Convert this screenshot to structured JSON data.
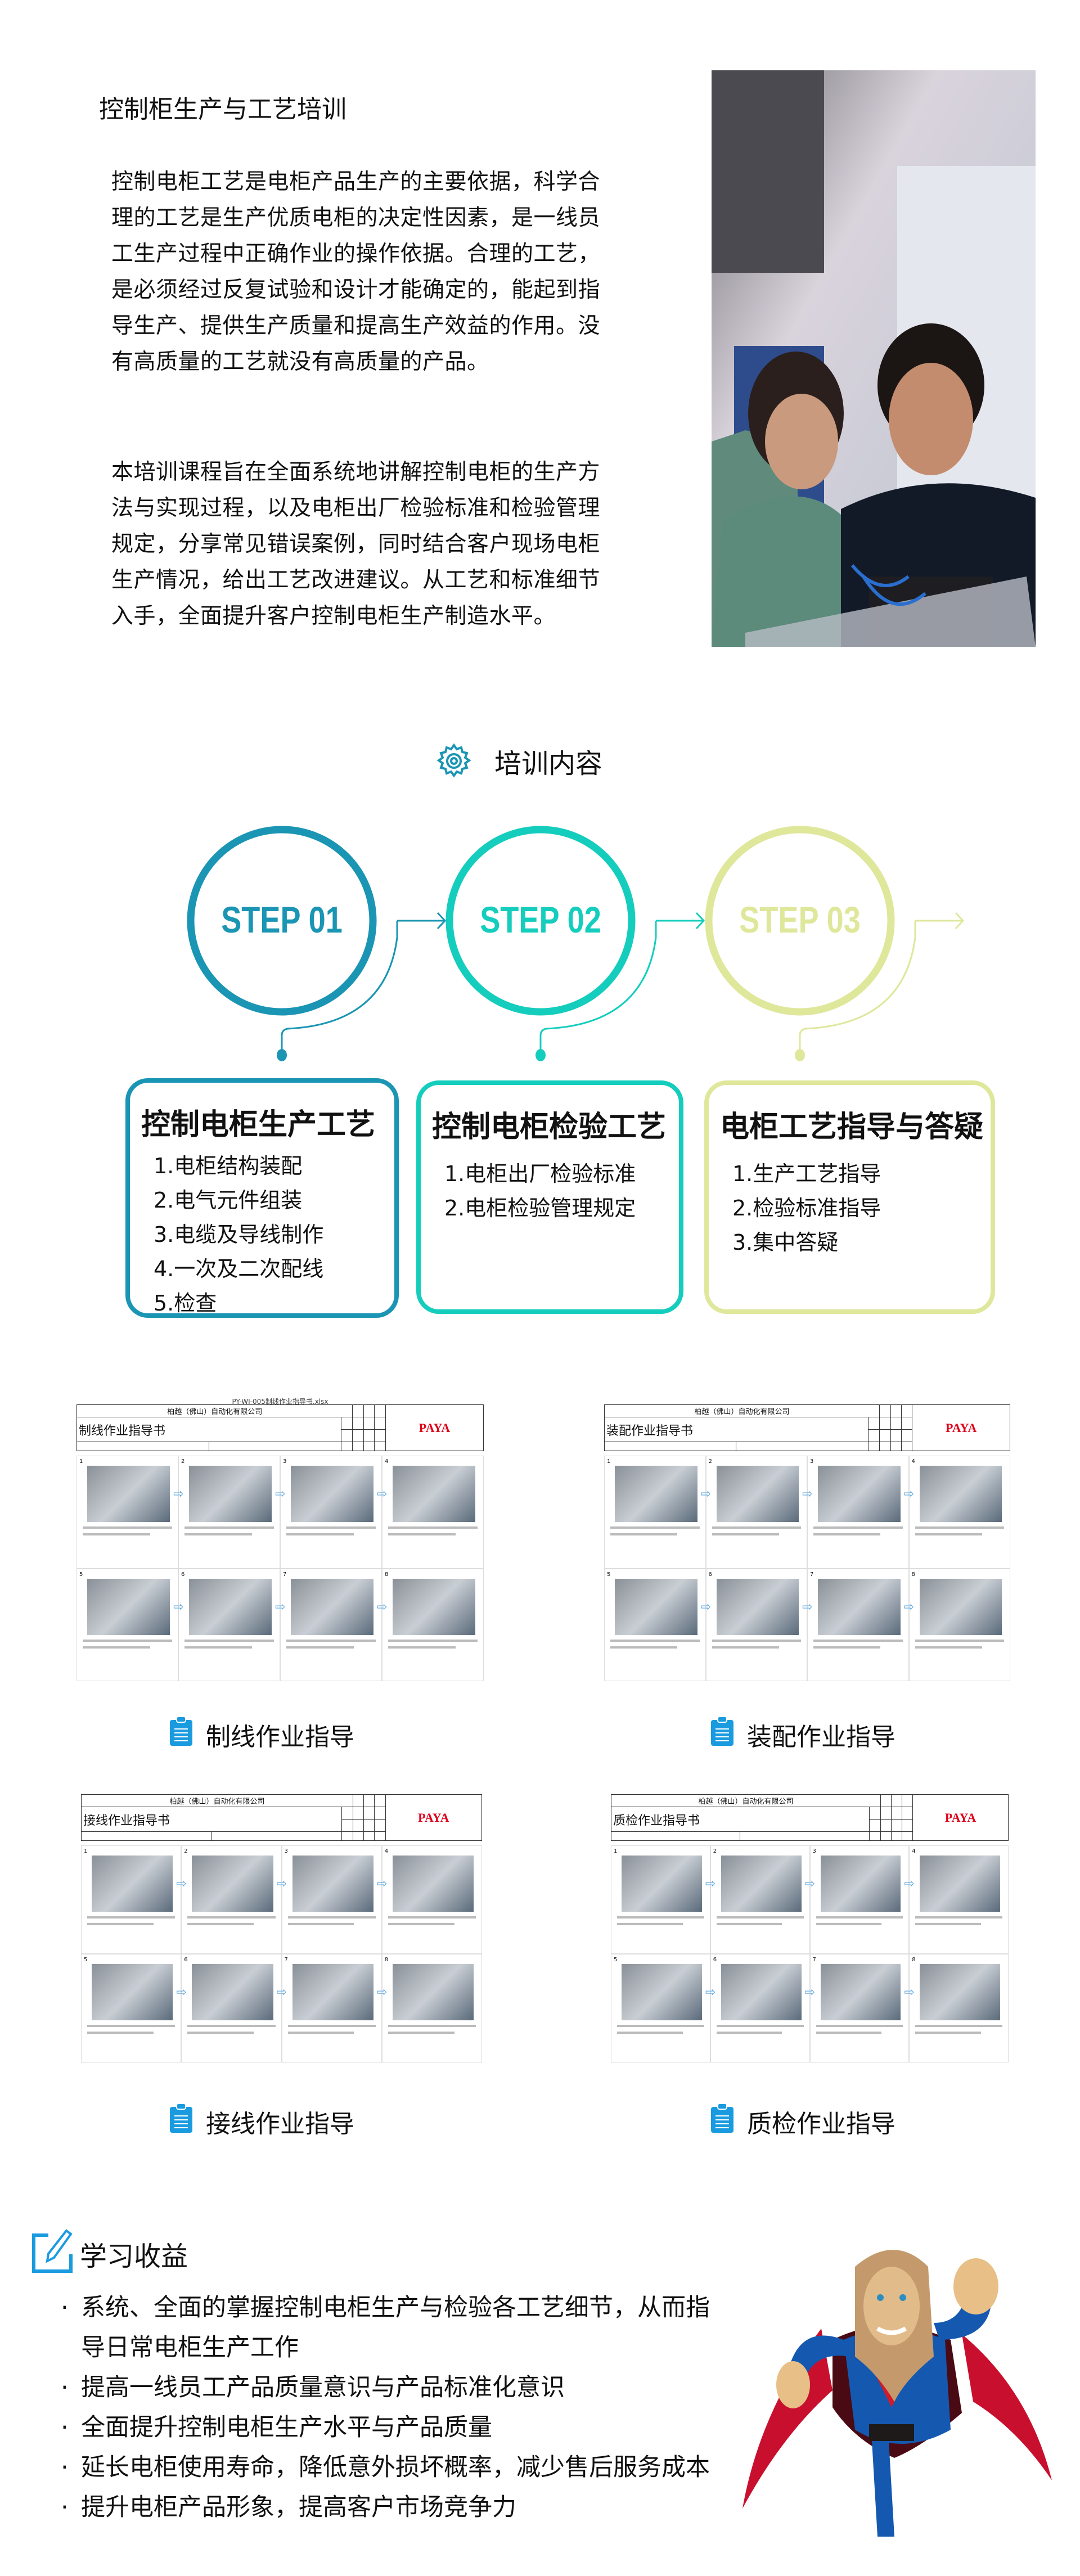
{
  "intro": {
    "title": "控制柜生产与工艺培训",
    "para1": "控制电柜工艺是电柜产品生产的主要依据，科学合理的工艺是生产优质电柜的决定性因素，是一线员工生产过程中正确作业的操作依据。合理的工艺，是必须经过反复试验和设计才能确定的，能起到指导生产、提供生产质量和提高生产效益的作用。没有高质量的工艺就没有高质量的产品。",
    "para2": "本培训课程旨在全面系统地讲解控制电柜的生产方法与实现过程，以及电柜出厂检验标准和检验管理规定，分享常见错误案例，同时结合客户现场电柜生产情况，给出工艺改进建议。从工艺和标准细节入手，全面提升客户控制电柜生产制造水平。"
  },
  "training": {
    "heading": "培训内容",
    "icon": "gear-icon",
    "steps": [
      {
        "label": "STEP 01",
        "color": "#1a95b3",
        "title": "控制电柜生产工艺",
        "items": [
          "1.电柜结构装配",
          "2.电气元件组装",
          "3.电缆及导线制作",
          "4.一次及二次配线",
          "5.检查"
        ]
      },
      {
        "label": "STEP 02",
        "color": "#14cdbd",
        "title": "控制电柜检验工艺",
        "items": [
          "1.电柜出厂检验标准",
          "2.电柜检验管理规定"
        ]
      },
      {
        "label": "STEP 03",
        "color": "#dfe79b",
        "title": "电柜工艺指导与答疑",
        "items": [
          "1.生产工艺指导",
          "2.检验标准指导",
          "3.集中答疑"
        ]
      }
    ]
  },
  "guides": [
    {
      "label": "制线作业指导",
      "doc_title": "制线作业指导书",
      "company": "柏越（佛山）自动化有限公司",
      "brand": "PAYA",
      "filename": "PY-WI-005制线作业指导书.xlsx"
    },
    {
      "label": "装配作业指导",
      "doc_title": "装配作业指导书",
      "company": "柏越（佛山）自动化有限公司",
      "brand": "PAYA",
      "filename": ""
    },
    {
      "label": "接线作业指导",
      "doc_title": "接线作业指导书",
      "company": "柏越（佛山）自动化有限公司",
      "brand": "PAYA",
      "filename": ""
    },
    {
      "label": "质检作业指导",
      "doc_title": "质检作业指导书",
      "company": "柏越（佛山）自动化有限公司",
      "brand": "PAYA",
      "filename": ""
    }
  ],
  "gains": {
    "title": "学习收益",
    "icon": "edit-pencil-icon",
    "items": [
      "系统、全面的掌握控制电柜生产与检验各工艺细节，从而指",
      "导日常电柜生产工作",
      "提高一线员工产品质量意识与产品标准化意识",
      "全面提升控制电柜生产水平与产品质量",
      "延长电柜使用寿命，降低意外损坏概率，减少售后服务成本",
      "提升电柜产品形象，提高客户市场竞争力"
    ]
  },
  "colors": {
    "accent_blue": "#1a9be0",
    "brand_red": "#e0001b"
  }
}
